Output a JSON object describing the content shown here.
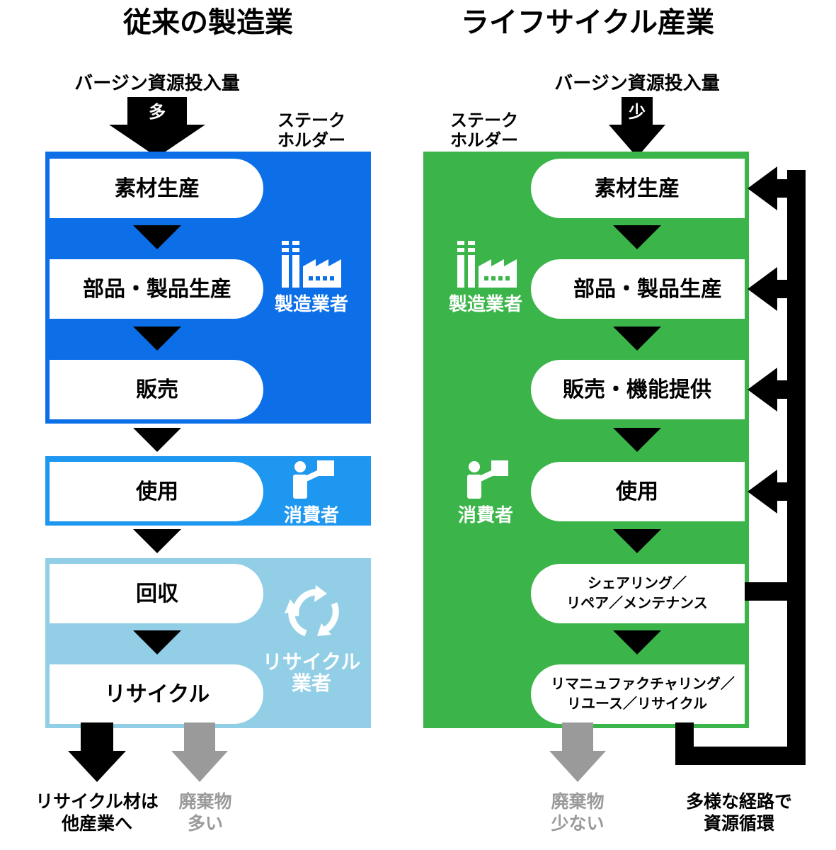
{
  "colors": {
    "blue_dark": "#0c6fe8",
    "blue_mid": "#1e97f0",
    "blue_light": "#92cfe6",
    "green": "#3bb54a",
    "arrow_black": "#000000",
    "arrow_gray": "#9a9a9a",
    "box_fill": "#ffffff",
    "icon_white": "#ffffff"
  },
  "left": {
    "title": "従来の製造業",
    "virgin_label": "バージン資源投入量",
    "virgin_amount": "多",
    "stakeholder_line1": "ステーク",
    "stakeholder_line2": "ホルダー",
    "steps": [
      "素材生産",
      "部品・製品生産",
      "販売",
      "使用",
      "回収",
      "リサイクル"
    ],
    "manufacturer_label": "製造業者",
    "consumer_label": "消費者",
    "recycler_line1": "リサイクル",
    "recycler_line2": "業者",
    "output1_line1": "リサイクル材は",
    "output1_line2": "他産業へ",
    "output2_line1": "廃棄物",
    "output2_line2": "多い"
  },
  "right": {
    "title": "ライフサイクル産業",
    "virgin_label": "バージン資源投入量",
    "virgin_amount": "少",
    "stakeholder_line1": "ステーク",
    "stakeholder_line2": "ホルダー",
    "steps": [
      "素材生産",
      "部品・製品生産",
      "販売・機能提供",
      "使用"
    ],
    "step5_line1": "シェアリング／",
    "step5_line2": "リペア／メンテナンス",
    "step6_line1": "リマニュファクチャリング／",
    "step6_line2": "リユース／リサイクル",
    "manufacturer_label": "製造業者",
    "consumer_label": "消費者",
    "waste_line1": "廃棄物",
    "waste_line2": "少ない",
    "loop_line1": "多様な経路で",
    "loop_line2": "資源循環"
  }
}
